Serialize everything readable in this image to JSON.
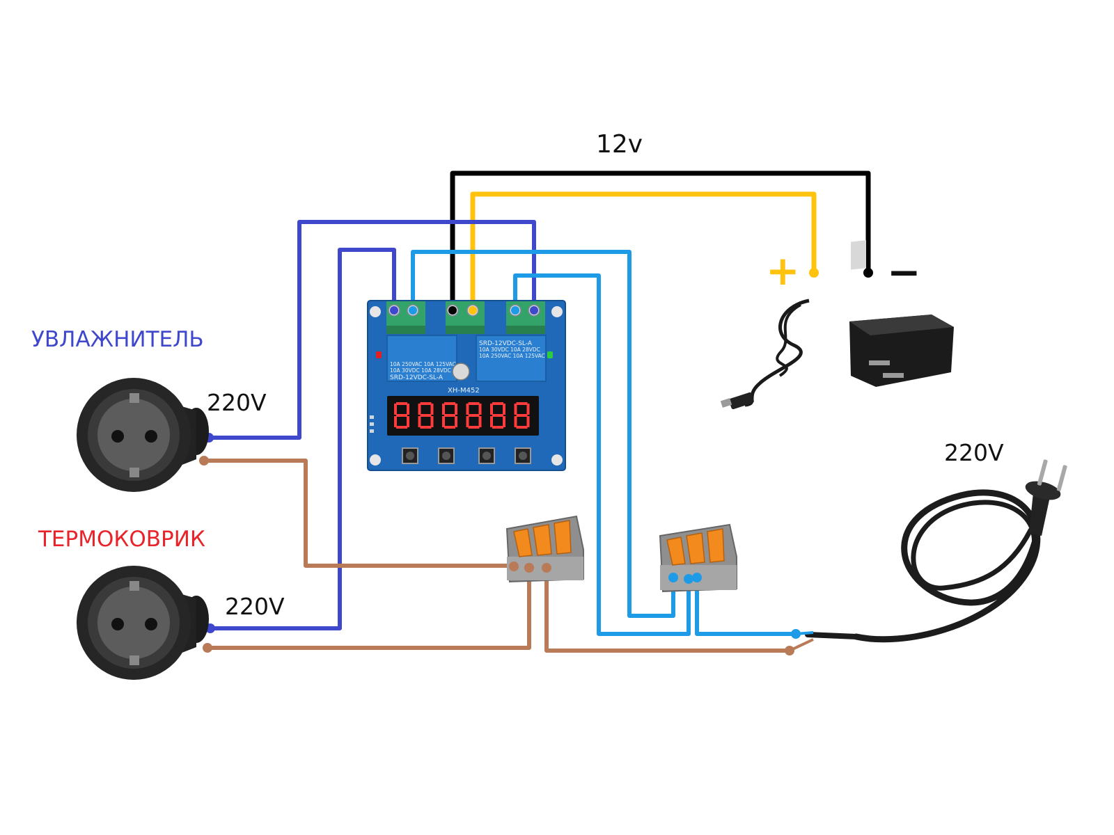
{
  "labels": {
    "supply_voltage": "12v",
    "humidifier": "УВЛАЖНИТЕЛЬ",
    "heat_mat": "ТЕРМОКОВРИК",
    "socket_top_voltage": "220V",
    "socket_bottom_voltage": "220V",
    "mains_voltage": "220V",
    "plus_sign": "+",
    "minus_sign": "−"
  },
  "board": {
    "model": "XH-M452",
    "relay_left_text": [
      "10A 250VAC  10A 125VAC",
      "10A 30VDC  10A 28VDC",
      "SRD-12VDC-SL-A"
    ],
    "relay_right_text": [
      "SRD-12VDC-SL-A",
      "10A 30VDC  10A 28VDC",
      "10A 250VAC  10A 125VAC"
    ],
    "display": "888888"
  },
  "colors": {
    "humidifier": "#3f48cc",
    "heat_mat": "#e8232a",
    "neutral": "#1e9be6",
    "live": "#b97a57",
    "positive": "#ffc20e",
    "negative": "#000000"
  }
}
